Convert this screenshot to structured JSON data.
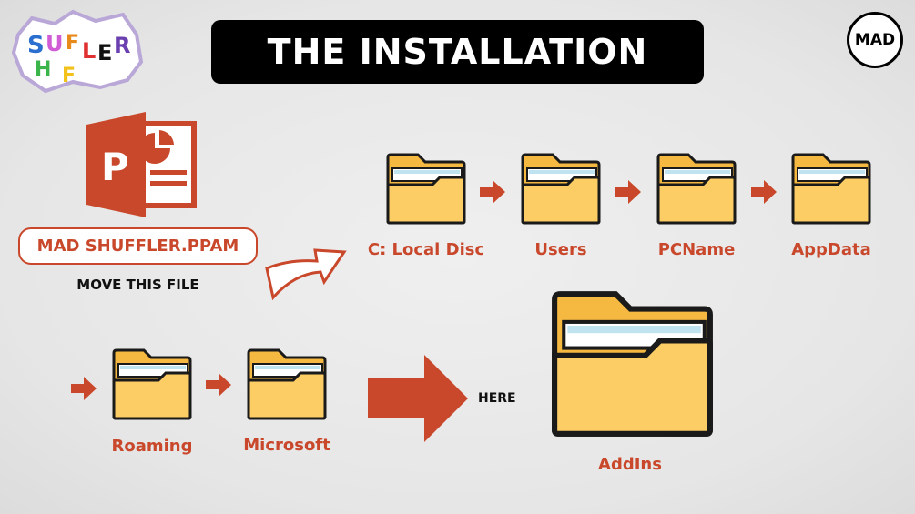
{
  "title": "THE INSTALLATION",
  "logo_left": "SHUFFLER",
  "logo_right": "MAD",
  "file": {
    "name": "MAD SHUFFLER.PPAM",
    "instruction": "MOVE THIS FILE"
  },
  "path": [
    "C: Local Disc",
    "Users",
    "PCName",
    "AppData",
    "Roaming",
    "Microsoft"
  ],
  "target": {
    "label": "AddIns",
    "pointer": "HERE"
  },
  "colors": {
    "accent": "#c9482b",
    "folder": "#fccc65",
    "folder_back": "#f5b941",
    "outline": "#1a1a1a"
  }
}
